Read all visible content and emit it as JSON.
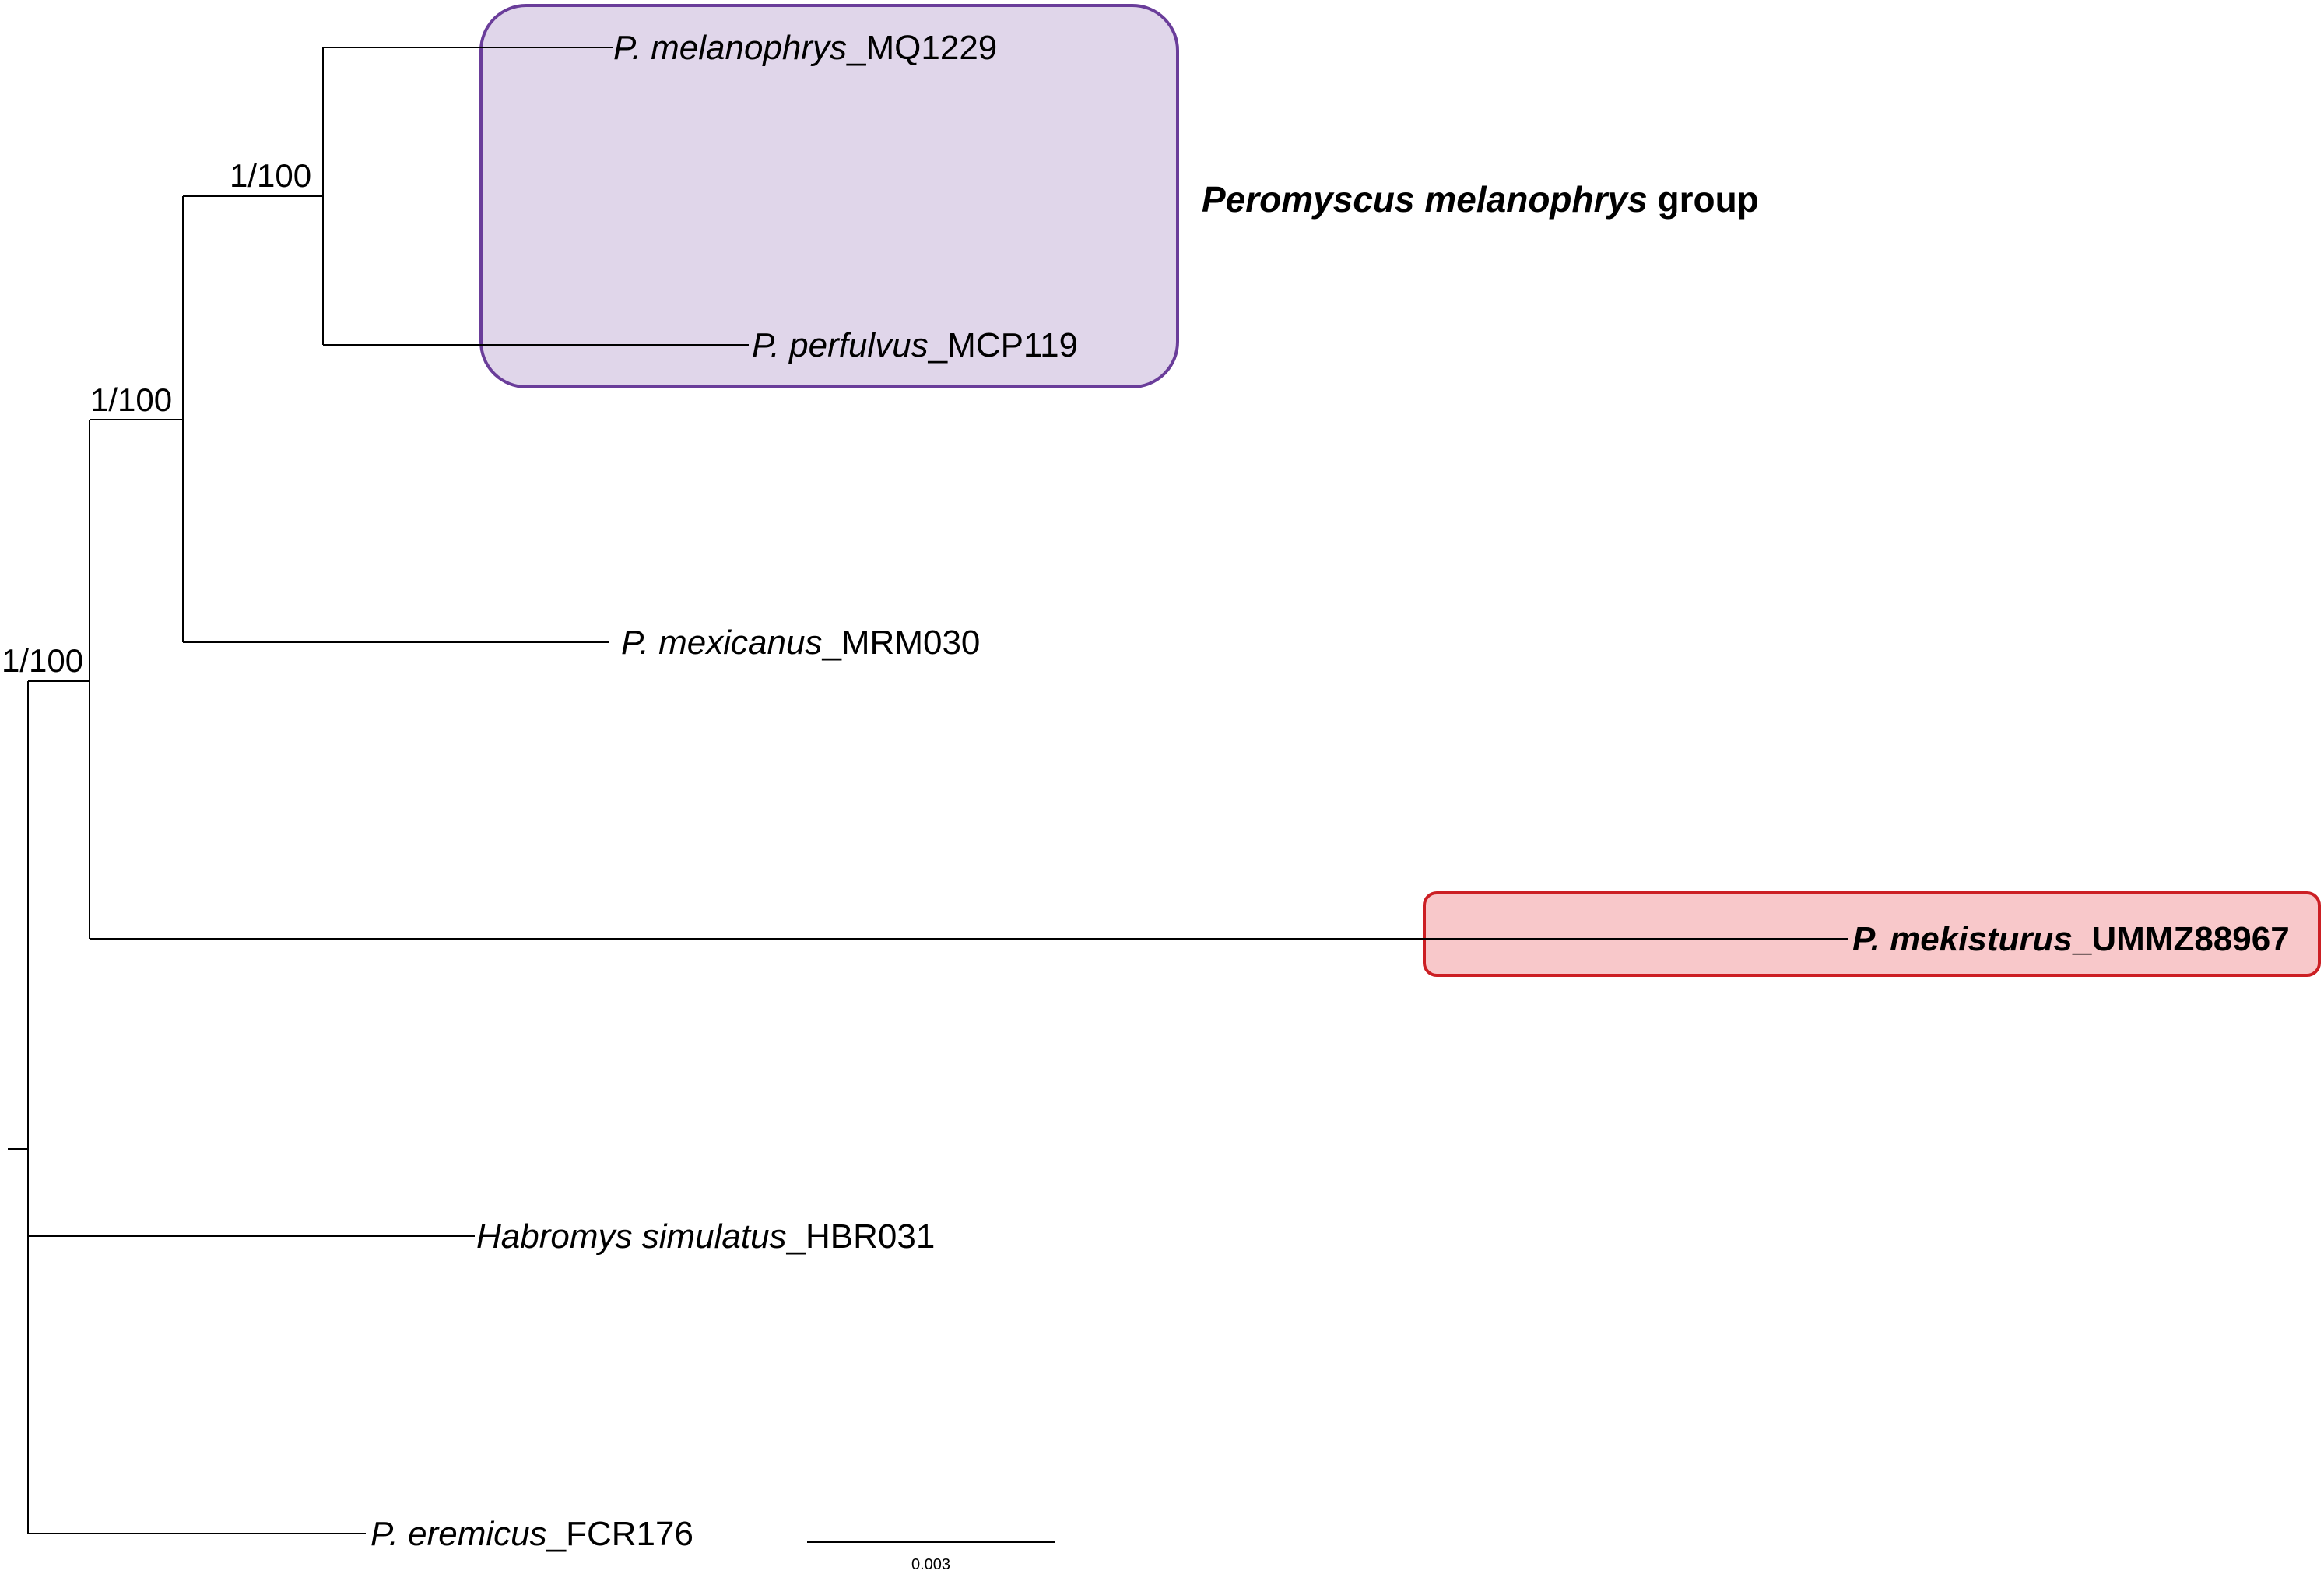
{
  "taxa": {
    "melanophrys": {
      "genus": "P. melanophrys",
      "code": "_MQ1229"
    },
    "perfulvus": {
      "genus": "P. perfulvus",
      "code": "_MCP119"
    },
    "mexicanus": {
      "genus": "P. mexicanus",
      "code": "_MRM030"
    },
    "mekisturus": {
      "genus": "P. mekisturus",
      "code": "_UMMZ88967"
    },
    "habromys": {
      "genus": "Habromys simulatus",
      "code": "_HBR031"
    },
    "eremicus": {
      "genus": "P. eremicus",
      "code": "_FCR176"
    }
  },
  "supports": {
    "node_melanophrys_perfulvus": "1/100",
    "node_with_mexicanus": "1/100",
    "node_with_mekisturus": "1/100"
  },
  "group": {
    "genus": "Peromyscus melanophrys",
    "suffix": " group",
    "color_fill": "#e0d6ea",
    "color_stroke": "#6a3d9a"
  },
  "highlight": {
    "color_fill": "#f8c8ca",
    "color_stroke": "#cc1f24"
  },
  "scale_bar": {
    "label": "0.003"
  }
}
